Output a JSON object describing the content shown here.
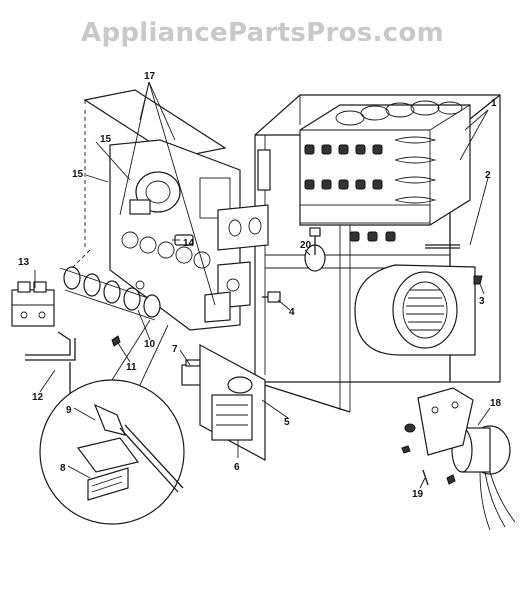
{
  "watermark": "AppliancePartsPros.com",
  "callouts": [
    {
      "id": "c1",
      "text": "1"
    },
    {
      "id": "c2",
      "text": "2"
    },
    {
      "id": "c3",
      "text": "3"
    },
    {
      "id": "c4",
      "text": "4"
    },
    {
      "id": "c5",
      "text": "5"
    },
    {
      "id": "c6",
      "text": "6"
    },
    {
      "id": "c7",
      "text": "7"
    },
    {
      "id": "c8",
      "text": "8"
    },
    {
      "id": "c9",
      "text": "9"
    },
    {
      "id": "c10",
      "text": "10"
    },
    {
      "id": "c11",
      "text": "11"
    },
    {
      "id": "c12",
      "text": "12"
    },
    {
      "id": "c13",
      "text": "13"
    },
    {
      "id": "c14",
      "text": "14"
    },
    {
      "id": "c15a",
      "text": "15"
    },
    {
      "id": "c15b",
      "text": "15"
    },
    {
      "id": "c17",
      "text": "17"
    },
    {
      "id": "c18",
      "text": "18"
    },
    {
      "id": "c19",
      "text": "19"
    },
    {
      "id": "c20",
      "text": "20"
    }
  ]
}
